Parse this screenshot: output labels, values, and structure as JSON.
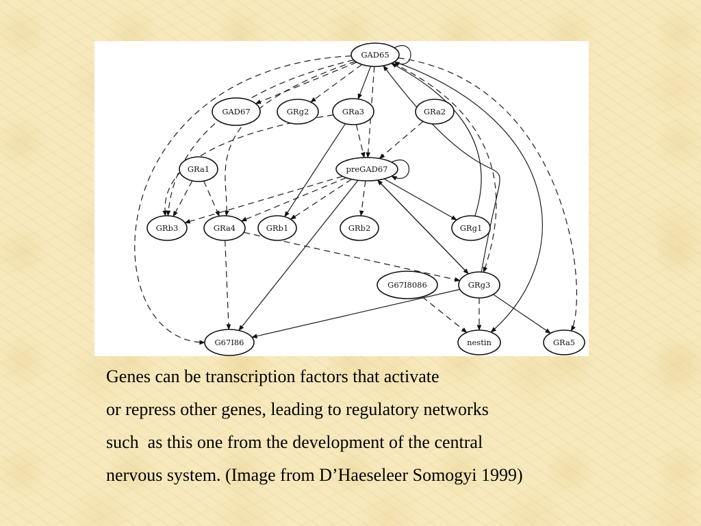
{
  "diagram": {
    "nodes": [
      {
        "id": "GAD65",
        "label": "GAD65"
      },
      {
        "id": "GAD67",
        "label": "GAD67"
      },
      {
        "id": "GRg2",
        "label": "GRg2"
      },
      {
        "id": "GRa3",
        "label": "GRa3"
      },
      {
        "id": "GRa2",
        "label": "GRa2"
      },
      {
        "id": "GRa1",
        "label": "GRa1"
      },
      {
        "id": "preGAD67",
        "label": "preGAD67"
      },
      {
        "id": "GRb3",
        "label": "GRb3"
      },
      {
        "id": "GRa4",
        "label": "GRa4"
      },
      {
        "id": "GRb1",
        "label": "GRb1"
      },
      {
        "id": "GRb2",
        "label": "GRb2"
      },
      {
        "id": "GRg1",
        "label": "GRg1"
      },
      {
        "id": "G67I8086",
        "label": "G67I8086"
      },
      {
        "id": "GRg3",
        "label": "GRg3"
      },
      {
        "id": "G67I86",
        "label": "G67I86"
      },
      {
        "id": "nestin",
        "label": "nestin"
      },
      {
        "id": "GRa5",
        "label": "GRa5"
      }
    ],
    "edges": [
      {
        "from": "GAD65",
        "to": "GAD65",
        "style": "solid"
      },
      {
        "from": "GAD65",
        "to": "GAD67",
        "style": "dashed"
      },
      {
        "from": "GAD65",
        "to": "GRg2",
        "style": "dashed"
      },
      {
        "from": "GAD65",
        "to": "GRa3",
        "style": "solid"
      },
      {
        "from": "GAD65",
        "to": "preGAD67",
        "style": "dashed"
      },
      {
        "from": "GAD65",
        "to": "GRb3",
        "style": "dashed"
      },
      {
        "from": "GAD65",
        "to": "GRa4",
        "style": "dashed"
      },
      {
        "from": "GAD65",
        "to": "G67I86",
        "style": "dashed"
      },
      {
        "from": "GAD65",
        "to": "GRg3",
        "style": "dashed"
      },
      {
        "from": "GAD65",
        "to": "GRa5",
        "style": "dashed"
      },
      {
        "from": "GRg1",
        "to": "GAD65",
        "style": "solid"
      },
      {
        "from": "GRg3",
        "to": "GAD65",
        "style": "solid"
      },
      {
        "from": "GAD65",
        "to": "nestin",
        "style": "solid"
      },
      {
        "from": "GRa3",
        "to": "preGAD67",
        "style": "dashed"
      },
      {
        "from": "GRa3",
        "to": "GRb1",
        "style": "solid"
      },
      {
        "from": "GRa3",
        "to": "GRb3",
        "style": "dashed"
      },
      {
        "from": "GRa2",
        "to": "preGAD67",
        "style": "dashed"
      },
      {
        "from": "GRa1",
        "to": "GRb3",
        "style": "dashed"
      },
      {
        "from": "GRa1",
        "to": "GRa4",
        "style": "dashed"
      },
      {
        "from": "preGAD67",
        "to": "preGAD67",
        "style": "solid"
      },
      {
        "from": "preGAD67",
        "to": "GRb3",
        "style": "dashed"
      },
      {
        "from": "preGAD67",
        "to": "GRa4",
        "style": "dashed"
      },
      {
        "from": "preGAD67",
        "to": "GRb1",
        "style": "dashed"
      },
      {
        "from": "preGAD67",
        "to": "GRb2",
        "style": "dashed"
      },
      {
        "from": "preGAD67",
        "to": "GRg1",
        "style": "solid"
      },
      {
        "from": "preGAD67",
        "to": "GRg3",
        "style": "solid"
      },
      {
        "from": "GRg3",
        "to": "preGAD67",
        "style": "solid"
      },
      {
        "from": "preGAD67",
        "to": "G67I86",
        "style": "solid"
      },
      {
        "from": "GRa4",
        "to": "G67I86",
        "style": "dashed"
      },
      {
        "from": "GRa4",
        "to": "GRg3",
        "style": "dashed"
      },
      {
        "from": "GRg3",
        "to": "G67I86",
        "style": "solid"
      },
      {
        "from": "GRg3",
        "to": "nestin",
        "style": "dashed"
      },
      {
        "from": "GRg3",
        "to": "GRa5",
        "style": "solid"
      },
      {
        "from": "G67I8086",
        "to": "nestin",
        "style": "dashed"
      }
    ]
  },
  "caption": {
    "line1": "Genes can be transcription factors that activate",
    "line2": "or repress other genes, leading to regulatory networks",
    "line3": "such  as this one from the development of the central",
    "line4": "nervous system. (Image from D’Haeseleer Somogyi 1999)"
  }
}
